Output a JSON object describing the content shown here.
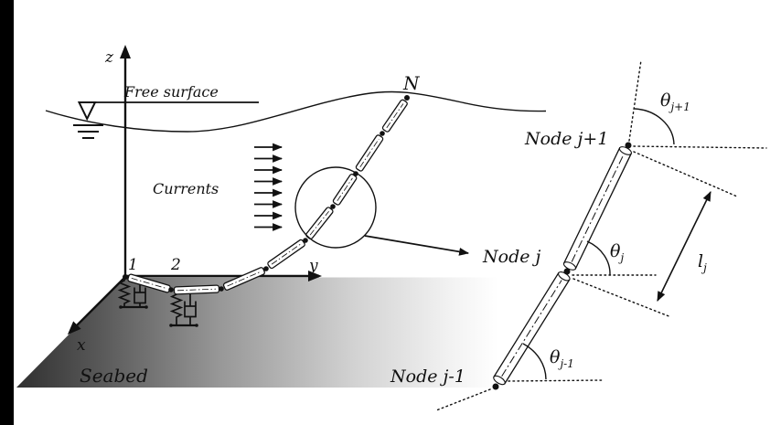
{
  "scene": {
    "axes": {
      "z": "z",
      "x": "x",
      "y": "y"
    },
    "water": {
      "free_surface": "Free surface",
      "currents": "Currents"
    },
    "seabed_label": "Seabed",
    "node_numbers": {
      "first": "1",
      "second": "2"
    },
    "top_node": "N",
    "node_callout": "Node j"
  },
  "detail": {
    "node_j_plus_1": "Node j+1",
    "node_j_minus_1": "Node j-1",
    "theta_j": {
      "base": "θ",
      "sub": "j"
    },
    "theta_j_plus_1": {
      "base": "θ",
      "sub": "j+1"
    },
    "theta_j_minus_1": {
      "base": "θ",
      "sub": "j-1"
    },
    "segment_length": {
      "base": "l",
      "sub": "j"
    }
  },
  "colors": {
    "ink": "#111111",
    "left_bar": "#000000",
    "seabed_dark": "#303030",
    "seabed_light": "#ffffff",
    "background": "#ffffff"
  }
}
